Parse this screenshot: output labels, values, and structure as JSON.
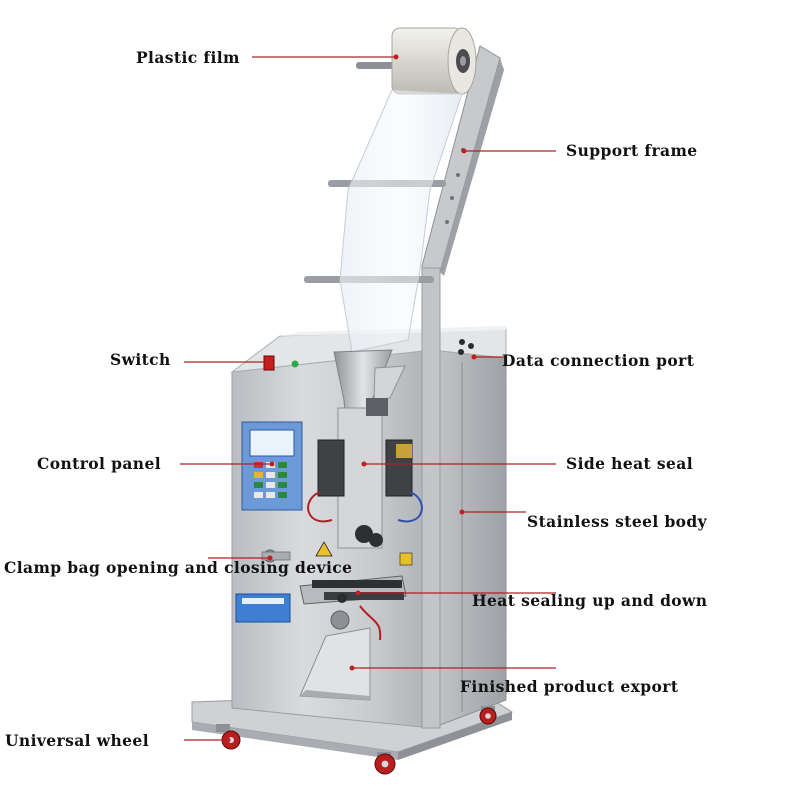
{
  "diagram": {
    "labels": {
      "plastic_film": "Plastic film",
      "support_frame": "Support frame",
      "switch": "Switch",
      "data_port": "Data connection port",
      "control_panel": "Control panel",
      "side_heat_seal": "Side heat seal",
      "stainless_body": "Stainless steel body",
      "clamp_bag": "Clamp bag opening and closing device",
      "heat_sealing": "Heat sealing up and down",
      "finished_export": "Finished product export",
      "universal_wheel": "Universal wheel"
    }
  },
  "colors": {
    "leader_line": "#b02020",
    "steel": "#c6c8cb",
    "panel_blue": "#5b8fd4",
    "wheel_red": "#b81e1e"
  }
}
